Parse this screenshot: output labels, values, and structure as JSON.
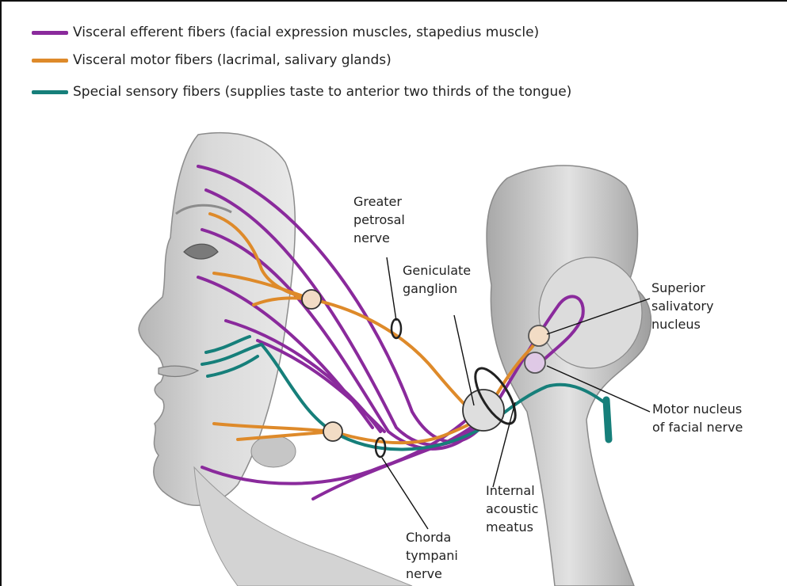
{
  "legend": [
    {
      "label": "Visceral efferent fibers (facial expression muscles, stapedius muscle)",
      "color": "#8a2a9c"
    },
    {
      "label": "Visceral motor fibers (lacrimal, salivary glands)",
      "color": "#de8a2a"
    },
    {
      "label": "Special sensory fibers (supplies taste to anterior two thirds of the tongue)",
      "color": "#167f7a"
    }
  ],
  "labels": {
    "greater_petrosal": [
      "Greater",
      "petrosal",
      "nerve"
    ],
    "geniculate": [
      "Geniculate",
      "ganglion"
    ],
    "superior_salivatory": [
      "Superior",
      "salivatory",
      "nucleus"
    ],
    "motor_nucleus": [
      "Motor nucleus",
      "of facial nerve"
    ],
    "internal_acoustic": [
      "Internal",
      "acoustic",
      "meatus"
    ],
    "chorda_tympani": [
      "Chorda",
      "tympani",
      "nerve"
    ]
  },
  "colors": {
    "efferent": "#8a2a9c",
    "motor": "#de8a2a",
    "sensory": "#167f7a"
  }
}
